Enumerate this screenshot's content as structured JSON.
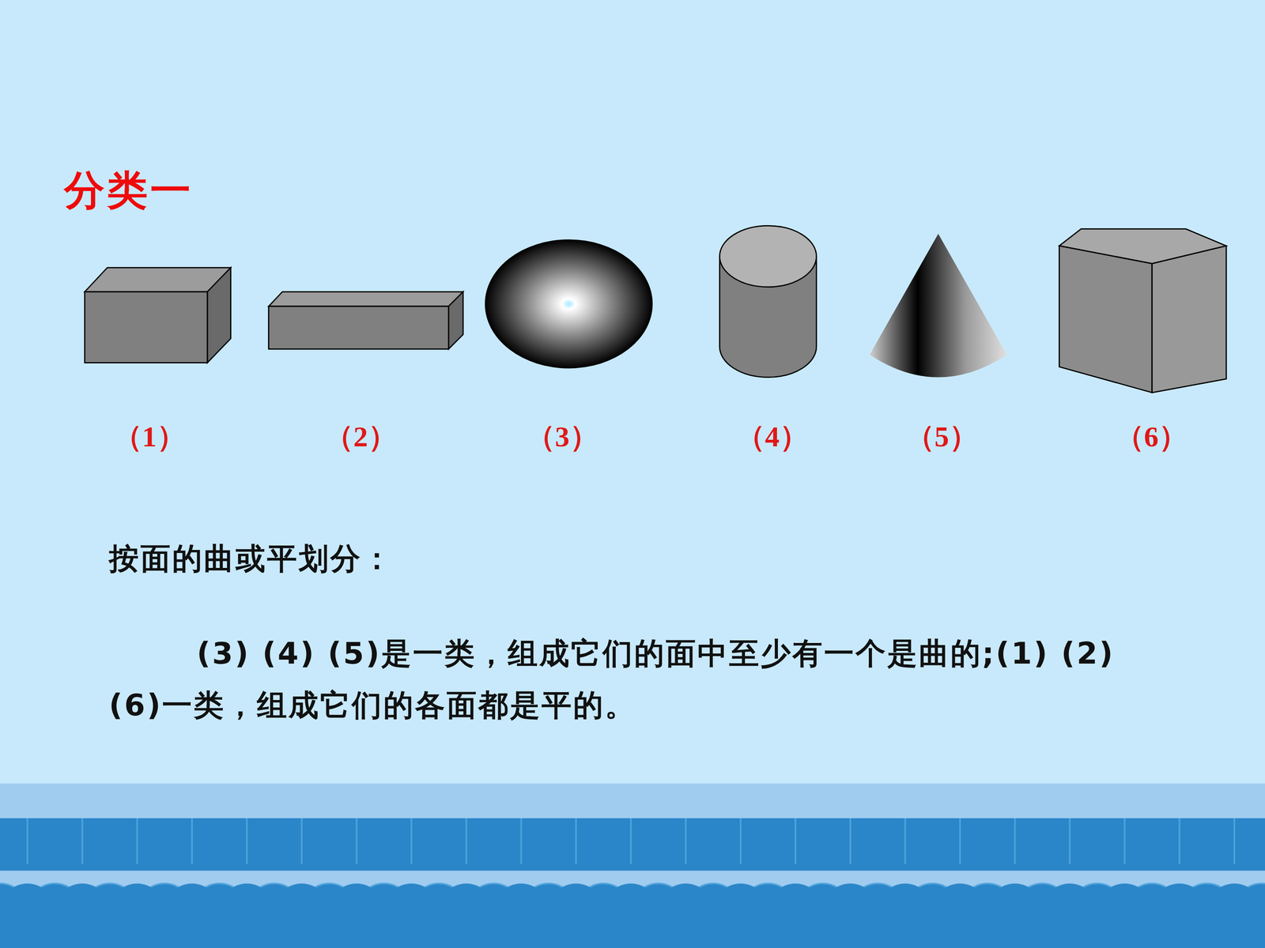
{
  "diagram": {
    "title": "分类一",
    "labels": [
      "（1）",
      "（2）",
      "（3）",
      "（4）",
      "（5）",
      "（6）",
      "按面的曲或平划分：",
      "(3) (4) (5)是一类，组成它们的面中至少有一个是曲的;(1) (2) (6)一类，组成它们的各面都是平的。"
    ]
  }
}
